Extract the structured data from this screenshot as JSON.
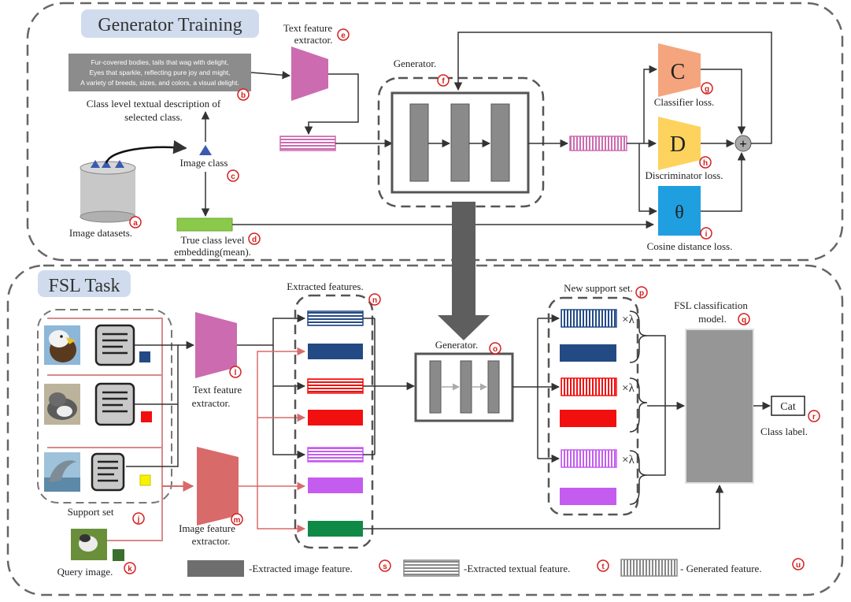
{
  "generator_training": {
    "title": "Generator Training",
    "description_lines": [
      "Fur-covered bodies, tails that wag with delight,",
      "Eyes that sparkle, reflecting pure joy and might,",
      "A variety of breeds, sizes, and colors, a visual delight."
    ],
    "description_caption": [
      "Class level textual description of",
      "selected class."
    ],
    "image_class": "Image class",
    "image_datasets": "Image datasets.",
    "true_class": [
      "True class level",
      "embedding(mean)."
    ],
    "text_feature_extractor": [
      "Text feature",
      "extractor."
    ],
    "generator": "Generator.",
    "classifier_symbol": "C",
    "classifier_loss": "Classifier loss.",
    "discriminator_symbol": "D",
    "discriminator_loss": "Discriminator loss.",
    "cosine_symbol": "θ",
    "cosine_loss": "Cosine distance loss.",
    "plus": "+"
  },
  "fsl_task": {
    "title": "FSL Task",
    "support_set": "Support set",
    "query_image": "Query image.",
    "text_feature_extractor": [
      "Text feature",
      "extractor."
    ],
    "image_feature_extractor": [
      "Image feature",
      "extractor."
    ],
    "extracted_features": "Extracted  features.",
    "generator": "Generator.",
    "new_support_set": "New support set.",
    "lambda": "×λ",
    "fsl_model": [
      "FSL classification",
      "model."
    ],
    "cat_label": "Cat",
    "class_label": "Class label.",
    "legend_image": "-Extracted image feature.",
    "legend_text": "-Extracted textual feature.",
    "legend_generated": "- Generated feature."
  },
  "markers": [
    "a",
    "b",
    "c",
    "d",
    "e",
    "f",
    "g",
    "h",
    "i",
    "j",
    "k",
    "l",
    "m",
    "n",
    "o",
    "p",
    "q",
    "r",
    "s",
    "t",
    "u"
  ],
  "colors": {
    "marker_red": "#d42020",
    "dashed_gray": "#666666",
    "title_bg": "#d0dcee",
    "pink_extractor": "#cc6bb0",
    "red_extractor": "#d86a6a",
    "classifier": "#f4a57e",
    "discriminator": "#fdd35e",
    "cosine": "#1f9fe0",
    "navy": "#234a85",
    "red_feature": "#f20f0f",
    "violet": "#c55cf0",
    "green": "#0f8a46",
    "true_class_green": "#8ac94a",
    "generator_gray": "#8a8a8a",
    "fsl_model_gray": "#969696"
  }
}
